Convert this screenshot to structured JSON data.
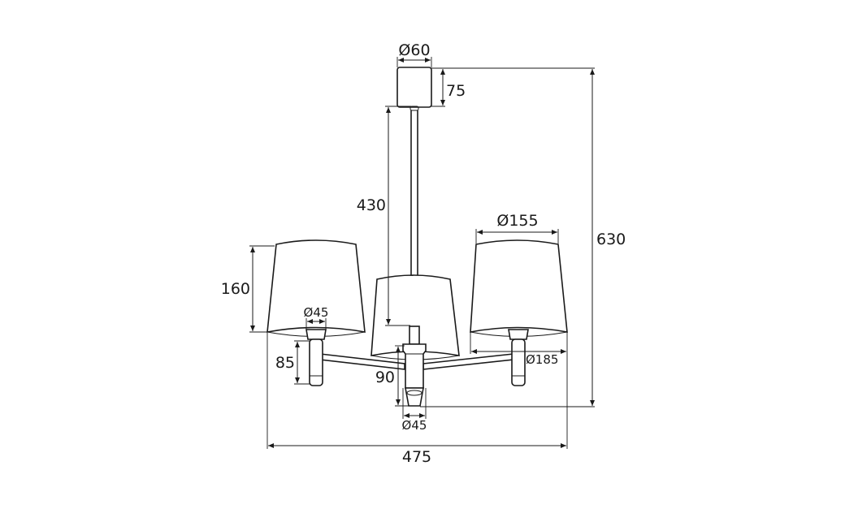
{
  "dimensions": {
    "canopy_diameter": "Ø60",
    "canopy_height": "75",
    "rod_length": "430",
    "total_height": "630",
    "shade_top_diameter": "Ø155",
    "shade_height": "160",
    "holder_diameter_side": "Ø45",
    "shade_bottom_diameter": "Ø185",
    "holder_height": "85",
    "center_body_height": "90",
    "center_body_diameter": "Ø45",
    "total_width": "475"
  }
}
